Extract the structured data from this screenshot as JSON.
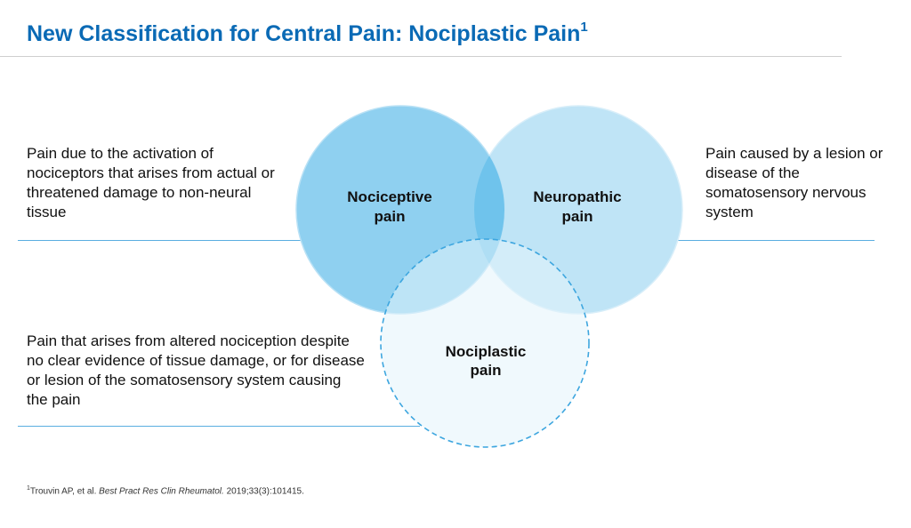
{
  "title": {
    "text": "New Classification for Central Pain: Nociplastic Pain",
    "sup": "1"
  },
  "descriptions": {
    "nociceptive": "Pain due to the activation of nociceptors that arises from actual or threatened damage to non-neural tissue",
    "neuropathic": "Pain caused by a lesion or disease of the somatosensory nervous system",
    "nociplastic": "Pain that arises from altered nociception despite no clear evidence of tissue damage, or for disease or lesion of the somatosensory system causing the pain"
  },
  "circles": {
    "nociceptive": {
      "line1": "Nociceptive",
      "line2": "pain"
    },
    "neuropathic": {
      "line1": "Neuropathic",
      "line2": "pain"
    },
    "nociplastic": {
      "line1": "Nociplastic",
      "line2": "pain"
    }
  },
  "colors": {
    "title": "#0a6ab5",
    "nociceptive_fill": "#8fd0f0",
    "neuropathic_fill": "#bfe4f6",
    "nociplastic_fill": "#e4f4fb",
    "rule": "#5aaee0",
    "dashed_stroke": "#3da6df"
  },
  "footnote": {
    "sup": "1",
    "authors": "Trouvin AP, et al. ",
    "journal": "Best Pract Res Clin Rheumatol.",
    "citation": " 2019;33(3):101415."
  }
}
